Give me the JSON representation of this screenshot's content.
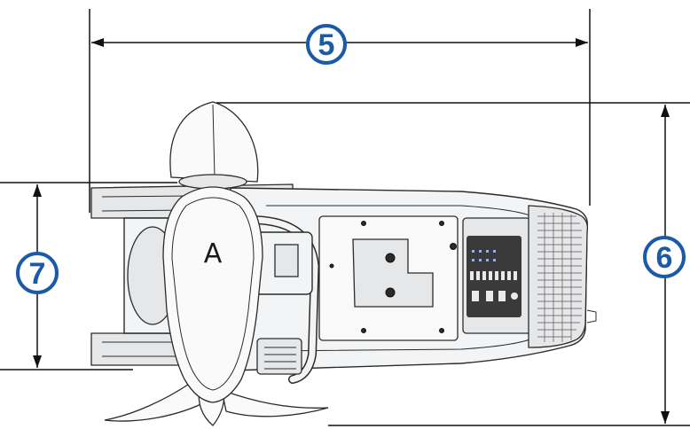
{
  "callouts": {
    "width_label": "5",
    "length_label": "6",
    "height_label": "7"
  },
  "colors": {
    "callout": "#1a5aa6",
    "line": "#111111"
  },
  "device": {
    "logo_glyph": "A"
  }
}
